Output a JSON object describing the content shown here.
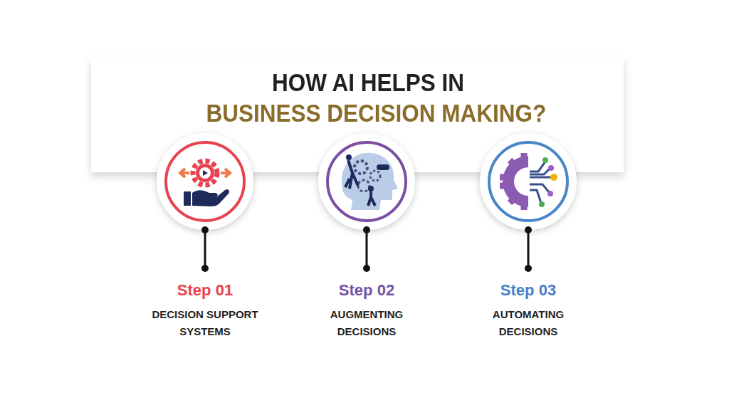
{
  "diagram": {
    "title": "HOW AI HELPS IN",
    "labels": [
      "BUSINESS DECISION MAKING?",
      "Step 01",
      "DECISION SUPPORT SYSTEMS",
      "Step 02",
      "AUGMENTING DECISIONS",
      "Step 03",
      "AUTOMATING DECISIONS"
    ]
  }
}
